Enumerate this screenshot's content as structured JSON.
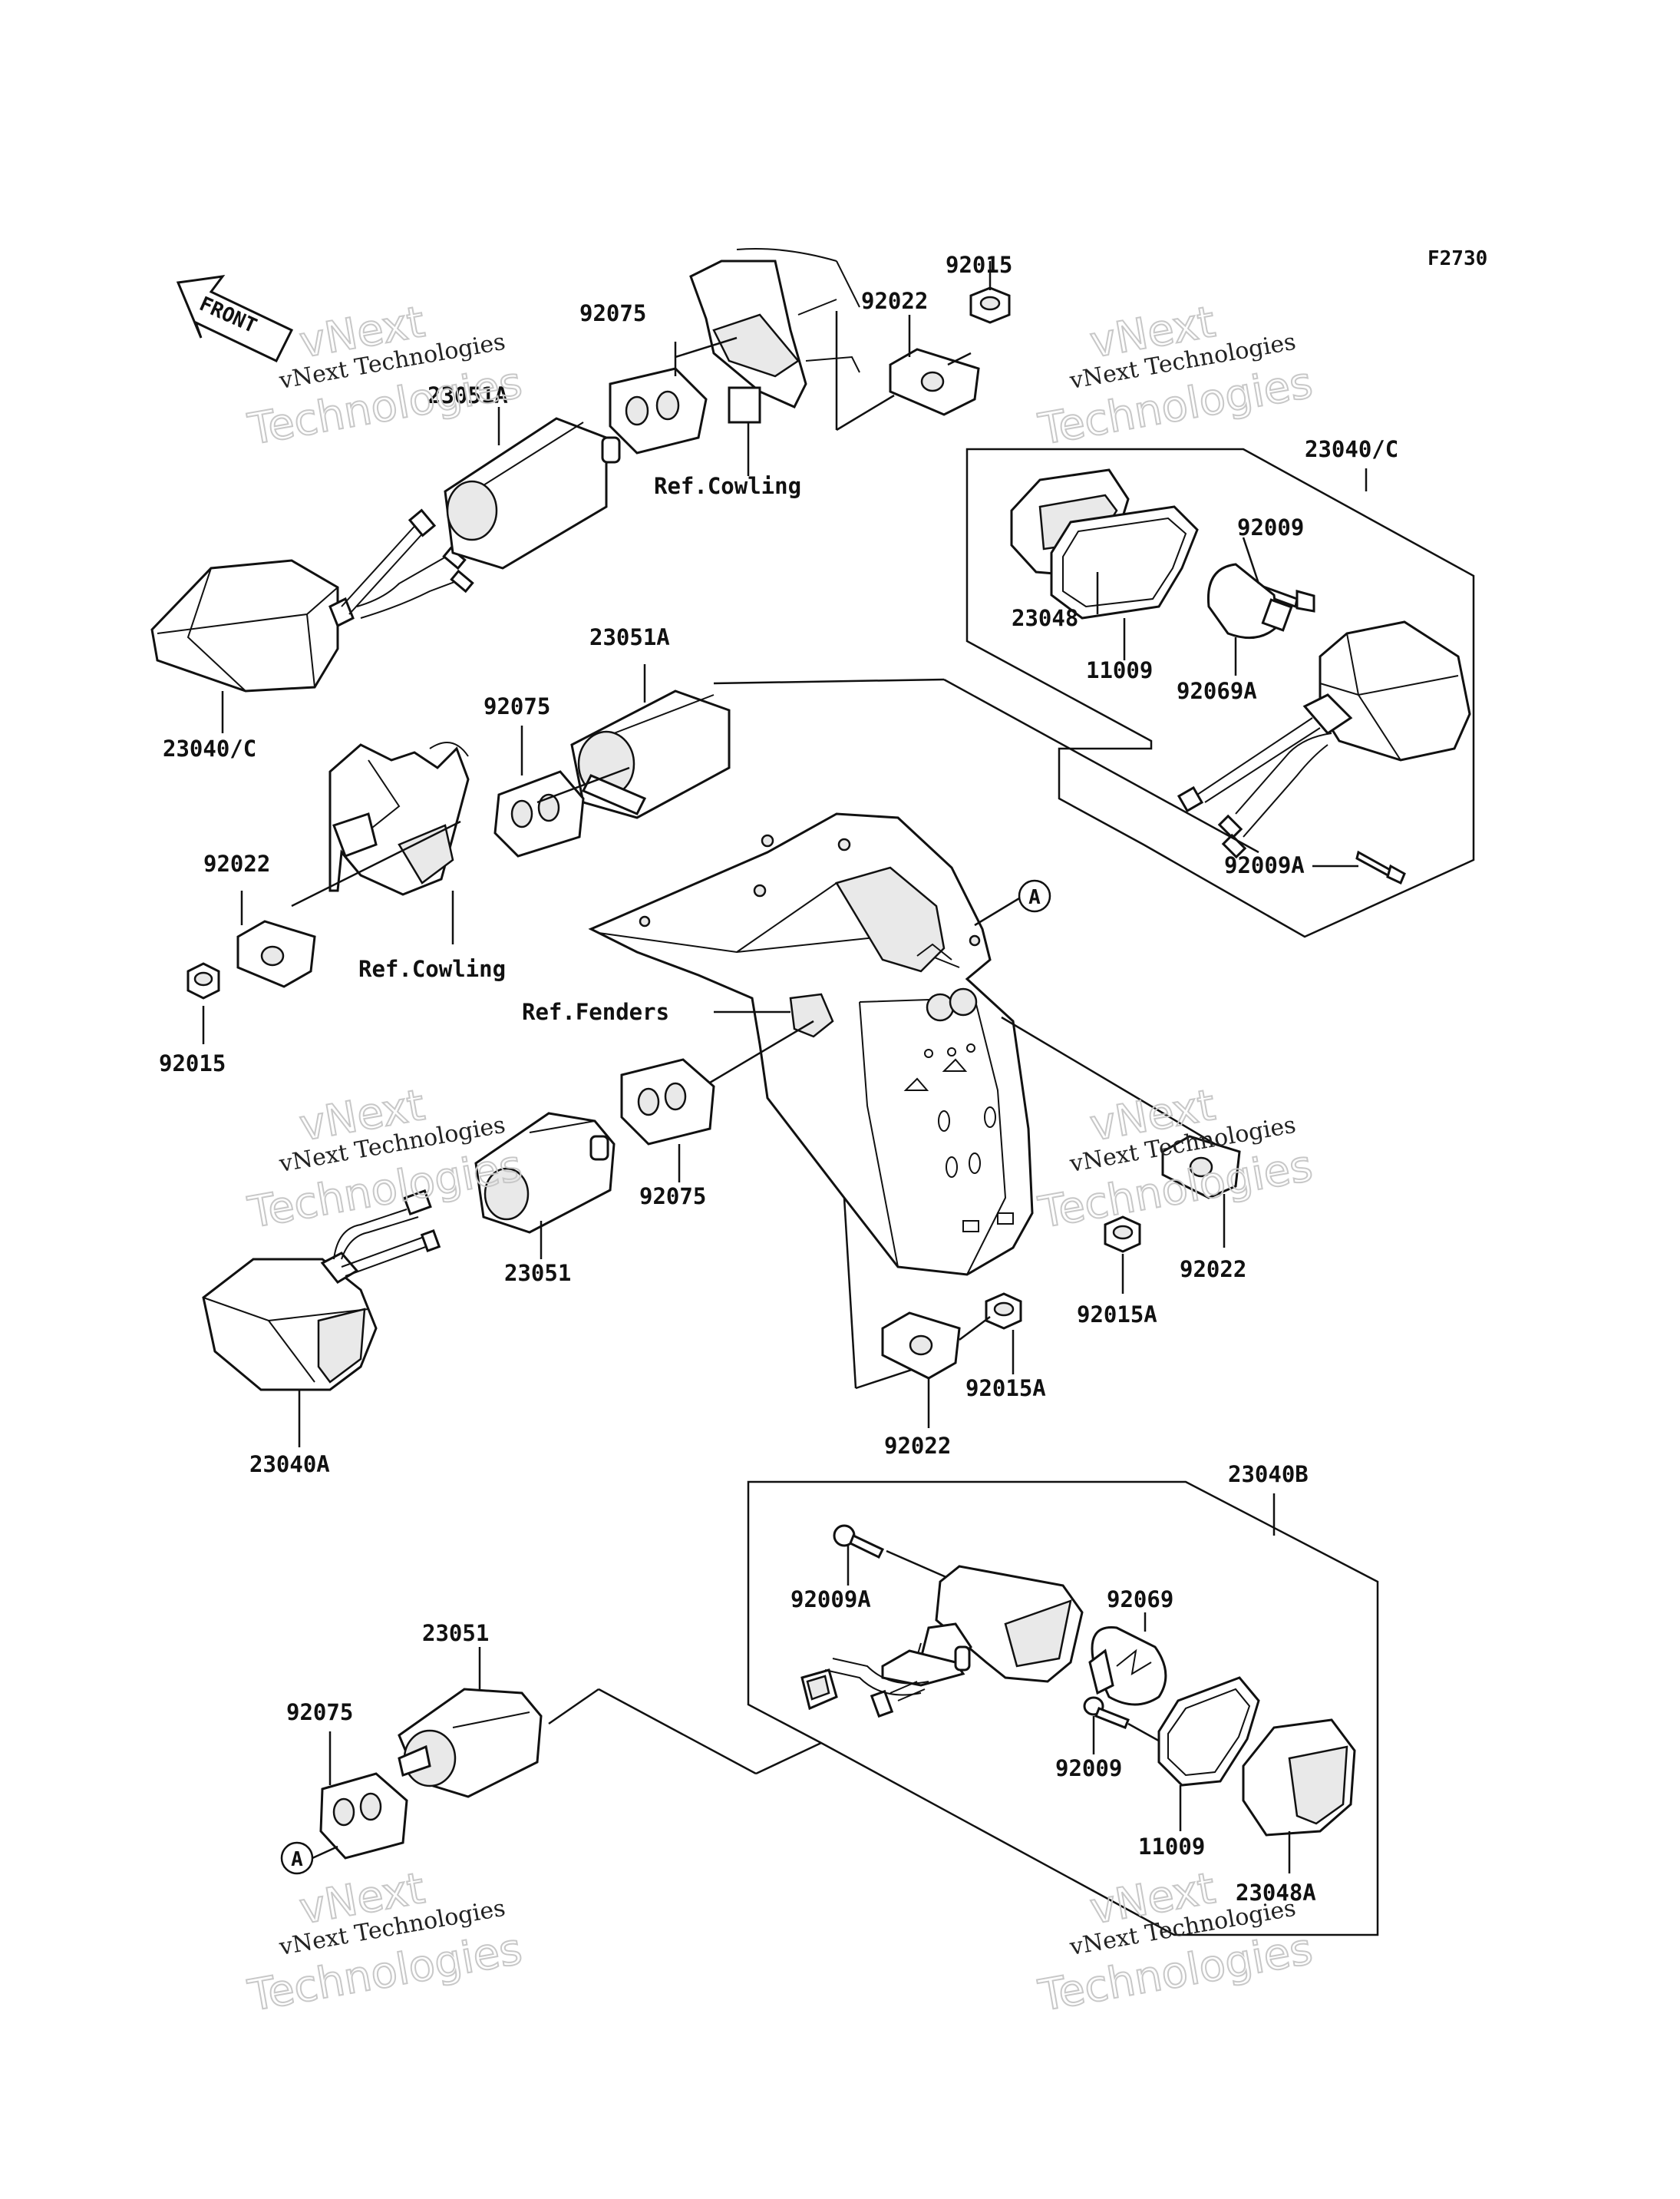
{
  "figure_code": "F2730",
  "front_label": "FRONT",
  "watermark": {
    "vnext": "vNext",
    "line1": "vNext Technologies",
    "line2": "Technologies"
  },
  "callouts": {
    "A1": "A",
    "A2": "A"
  },
  "labels": [
    {
      "id": "p92015_top",
      "text": "92015"
    },
    {
      "id": "p92022_top",
      "text": "92022"
    },
    {
      "id": "p92075_top",
      "text": "92075"
    },
    {
      "id": "p23051A_top",
      "text": "23051A"
    },
    {
      "id": "ref_cowling_top",
      "text": "Ref.Cowling"
    },
    {
      "id": "p23040C_right",
      "text": "23040/C"
    },
    {
      "id": "p92009_right",
      "text": "92009"
    },
    {
      "id": "p23048",
      "text": "23048"
    },
    {
      "id": "p11009_top",
      "text": "11009"
    },
    {
      "id": "p92069A",
      "text": "92069A"
    },
    {
      "id": "p23040C_left",
      "text": "23040/C"
    },
    {
      "id": "p23051A_mid",
      "text": "23051A"
    },
    {
      "id": "p92075_mid",
      "text": "92075"
    },
    {
      "id": "p92022_left",
      "text": "92022"
    },
    {
      "id": "ref_cowling_mid",
      "text": "Ref.Cowling"
    },
    {
      "id": "p92009A_right",
      "text": "92009A"
    },
    {
      "id": "p92015_left",
      "text": "92015"
    },
    {
      "id": "ref_fenders",
      "text": "Ref.Fenders"
    },
    {
      "id": "p92075_low",
      "text": "92075"
    },
    {
      "id": "p23051_mid",
      "text": "23051"
    },
    {
      "id": "p92022_right",
      "text": "92022"
    },
    {
      "id": "p92015A_right",
      "text": "92015A"
    },
    {
      "id": "p92015A_mid",
      "text": "92015A"
    },
    {
      "id": "p92022_bottom",
      "text": "92022"
    },
    {
      "id": "p23040A",
      "text": "23040A"
    },
    {
      "id": "p23040B",
      "text": "23040B"
    },
    {
      "id": "p92009A_low",
      "text": "92009A"
    },
    {
      "id": "p92069",
      "text": "92069"
    },
    {
      "id": "p23051_low",
      "text": "23051"
    },
    {
      "id": "p92075_bottom",
      "text": "92075"
    },
    {
      "id": "p92009_low",
      "text": "92009"
    },
    {
      "id": "p11009_low",
      "text": "11009"
    },
    {
      "id": "p23048A",
      "text": "23048A"
    }
  ]
}
